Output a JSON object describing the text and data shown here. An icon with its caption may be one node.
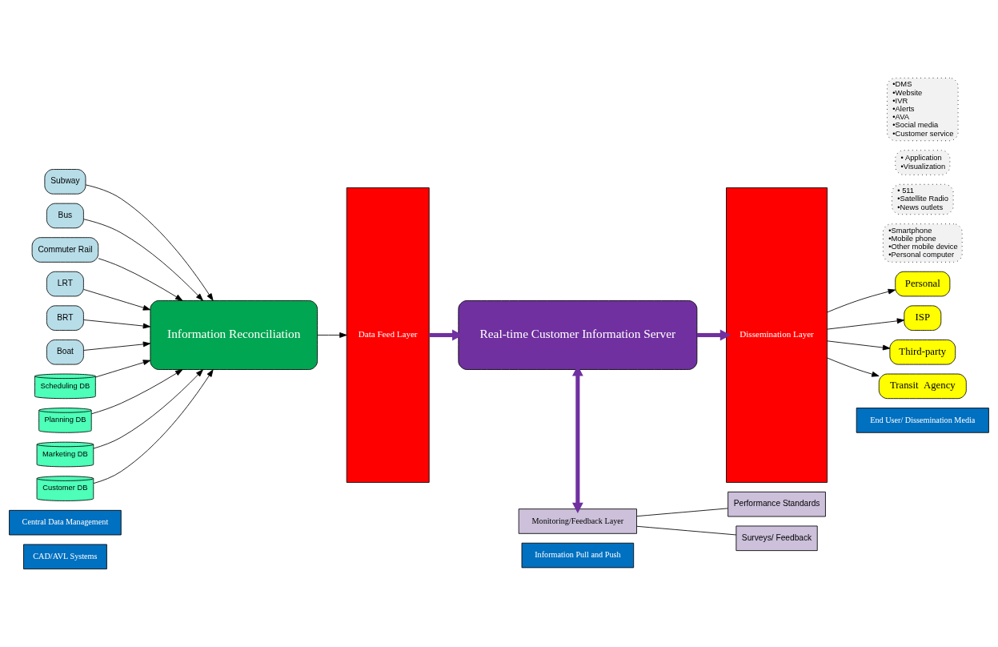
{
  "diagram": {
    "nodes": [
      {
        "text": [
          "CAD/AVL Systems"
        ]
      },
      {
        "text": [
          "Central Data Management"
        ]
      },
      {
        "text": [
          "Information Pull and Push"
        ]
      },
      {
        "text": [
          "End User/ Dissemination Media"
        ]
      },
      {
        "text": [
          "Subway"
        ]
      },
      {
        "text": [
          "Bus"
        ]
      },
      {
        "text": [
          "Commuter Rail"
        ]
      },
      {
        "text": [
          "LRT"
        ]
      },
      {
        "text": [
          "BRT"
        ]
      },
      {
        "text": [
          "Boat"
        ]
      },
      {
        "text": [
          "Scheduling DB"
        ]
      },
      {
        "text": [
          "Planning DB"
        ]
      },
      {
        "text": [
          "Information Reconciliation"
        ]
      },
      {
        "text": [
          "Marketing DB"
        ]
      },
      {
        "text": [
          "Customer DB"
        ]
      },
      {
        "text": [
          "Data Feed Layer"
        ]
      },
      {
        "text": [
          "Real-time Customer Information Server"
        ]
      },
      {
        "text": [
          "Monitoring/Feedback Layer"
        ]
      },
      {
        "text": [
          "Performance Standards"
        ]
      },
      {
        "text": [
          "Surveys/ Feedback"
        ]
      },
      {
        "text": [
          "Dissemination Layer"
        ]
      },
      {
        "text": [
          "Personal"
        ]
      },
      {
        "text": [
          "•Smartphone",
          "•Mobile phone",
          "•Other mobile device",
          "•Personal computer"
        ]
      },
      {
        "text": [
          "ISP"
        ]
      },
      {
        "text": [
          "• 511",
          "•Satellite Radio",
          "•News outlets"
        ]
      },
      {
        "text": [
          "Third-party"
        ]
      },
      {
        "text": [
          "• Application",
          "•Visualization"
        ]
      },
      {
        "text": [
          "Transit  Agency"
        ]
      },
      {
        "text": [
          "•DMS",
          "•Website",
          "•IVR",
          "•Alerts",
          "•AVA",
          "•Social media",
          "•Customer service"
        ]
      }
    ],
    "edges": [
      {
        "from": 4,
        "to": 12,
        "arrow": "to"
      },
      {
        "from": 5,
        "to": 12,
        "arrow": "to"
      },
      {
        "from": 6,
        "to": 12,
        "arrow": "to"
      },
      {
        "from": 7,
        "to": 12,
        "arrow": "to"
      },
      {
        "from": 8,
        "to": 12,
        "arrow": "to"
      },
      {
        "from": 9,
        "to": 12,
        "arrow": "to"
      },
      {
        "from": 10,
        "to": 12,
        "arrow": "to"
      },
      {
        "from": 11,
        "to": 12,
        "arrow": "to"
      },
      {
        "from": 13,
        "to": 12,
        "arrow": "to"
      },
      {
        "from": 14,
        "to": 12,
        "arrow": "to"
      },
      {
        "from": 12,
        "to": 15,
        "arrow": "to"
      },
      {
        "from": 15,
        "to": 16,
        "arrow": "to",
        "style": "thick",
        "color": "#7030a0"
      },
      {
        "from": 16,
        "to": 20,
        "arrow": "to",
        "style": "thick",
        "color": "#7030a0"
      },
      {
        "from": 16,
        "to": 17,
        "arrow": "both",
        "style": "thick",
        "color": "#7030a0"
      },
      {
        "from": 17,
        "to": 18,
        "arrow": "none"
      },
      {
        "from": 17,
        "to": 19,
        "arrow": "none"
      },
      {
        "from": 20,
        "to": 21,
        "arrow": "to"
      },
      {
        "from": 20,
        "to": 23,
        "arrow": "to"
      },
      {
        "from": 20,
        "to": 25,
        "arrow": "to"
      },
      {
        "from": 20,
        "to": 27,
        "arrow": "to"
      }
    ]
  }
}
